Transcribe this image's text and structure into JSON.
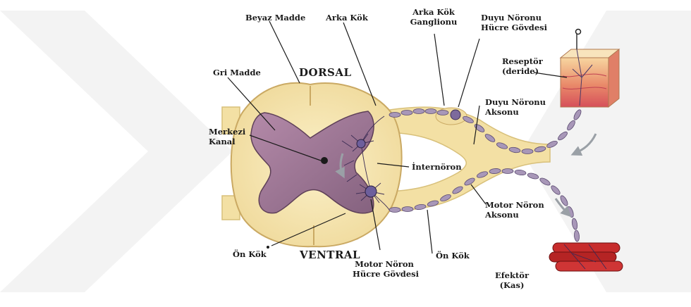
{
  "orientation": {
    "dorsal": "DORSAL",
    "ventral": "VENTRAL"
  },
  "labels": {
    "beyaz_madde": "Beyaz Madde",
    "arka_kok": "Arka Kök",
    "arka_kok_ganglionu_1": "Arka Kök",
    "arka_kok_ganglionu_2": "Ganglionu",
    "duyu_noronu_hucre_1": "Duyu Nöronu",
    "duyu_noronu_hucre_2": "Hücre Gövdesi",
    "reseptor_1": "Reseptör",
    "reseptor_2": "(deride)",
    "gri_madde": "Gri Madde",
    "merkezi_kanal_1": "Merkezi",
    "merkezi_kanal_2": "Kanal",
    "duyu_noronu_akson_1": "Duyu Nöronu",
    "duyu_noronu_akson_2": "Aksonu",
    "internoron": "İnternöron",
    "motor_noron_akson_1": "Motor Nöron",
    "motor_noron_akson_2": "Aksonu",
    "on_kok_left": "Ön Kök",
    "motor_noron_hucre_1": "Motor Nöron",
    "motor_noron_hucre_2": "Hücre Gövdesi",
    "on_kok_right": "Ön Kök",
    "efektor_1": "Efektör",
    "efektor_2": "(Kas)"
  },
  "colors": {
    "white_matter": "#f6e7b4",
    "gray_matter": "#a27b9a",
    "neuron": "#9a8ab0",
    "neuron_dark": "#4b3a66",
    "muscle": "#c92b2b",
    "skin": "#f0b878",
    "arrow": "#9aa0a6"
  }
}
